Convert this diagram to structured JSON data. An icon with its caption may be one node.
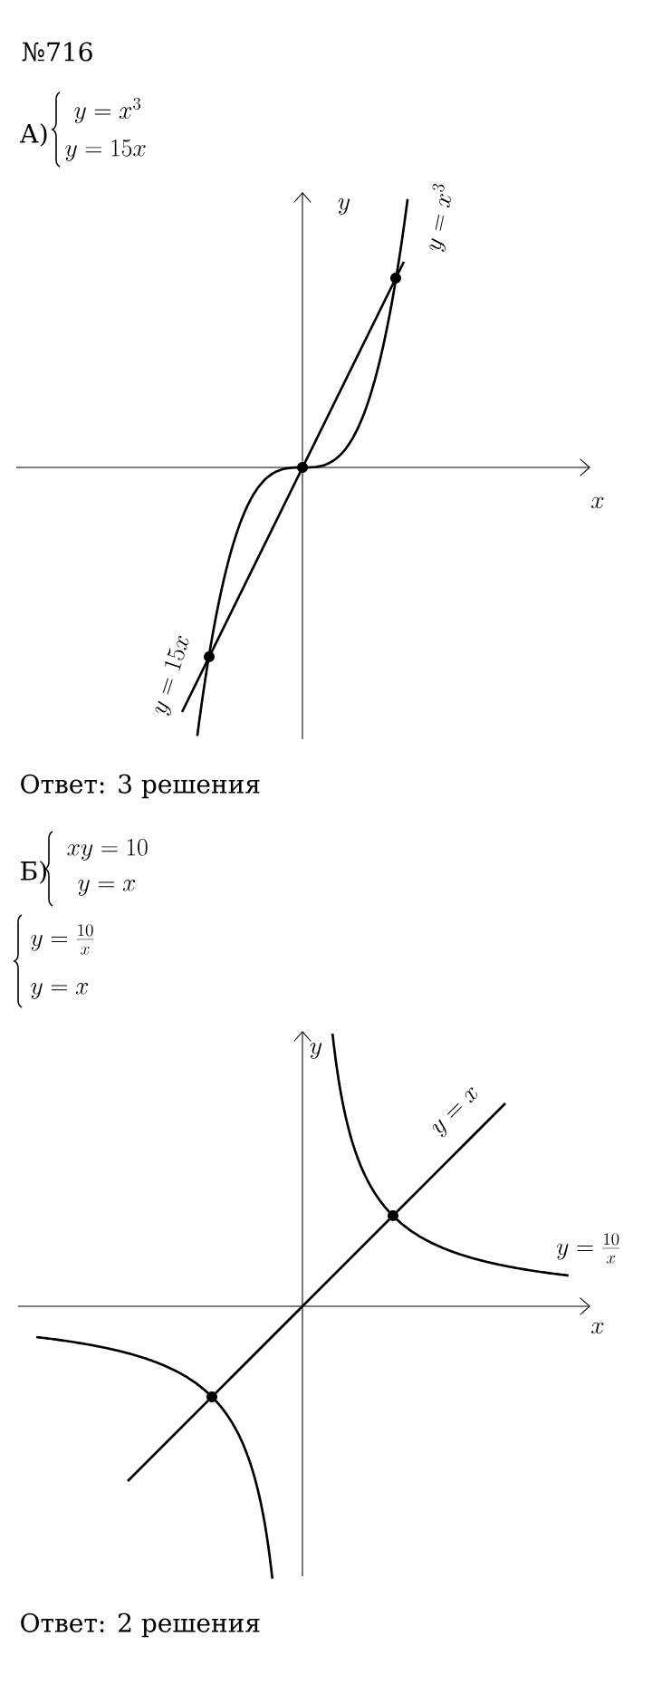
{
  "diagram": {
    "labels": [
      "№716",
      "А)",
      "y = x^3",
      "y = 15x",
      "y",
      "y=x^3",
      "x",
      "y=15x",
      "Ответ: 3 решения",
      "Б)",
      "xy = 10",
      "y = x",
      "y = \\frac{10}{x}",
      "y = x",
      "y",
      "y=x",
      "y=\\frac{10}{x}",
      "x",
      "Ответ: 2 решения"
    ]
  }
}
